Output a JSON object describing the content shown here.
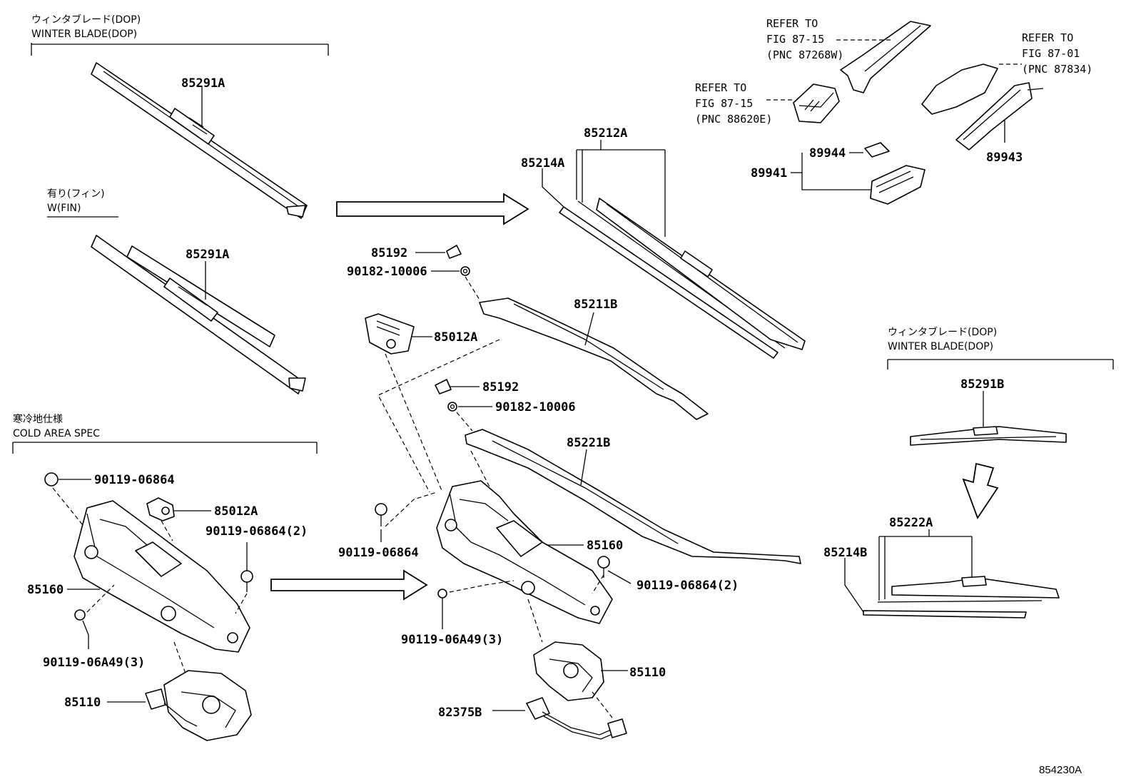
{
  "sections": {
    "winter_blade_top": {
      "jp": "ウィンタブレード(DOP)",
      "en": "WINTER BLADE(DOP)"
    },
    "w_fin": {
      "jp": "有り(フィン)",
      "en": "W(FIN)"
    },
    "cold_area": {
      "jp": "寒冷地仕様",
      "en": "COLD AREA SPEC"
    },
    "winter_blade_right": {
      "jp": "ウィンタブレード(DOP)",
      "en": "WINTER BLADE(DOP)"
    }
  },
  "refers": {
    "r1": {
      "l1": "REFER TO",
      "l2": "FIG 87-15",
      "l3": "(PNC 87268W)"
    },
    "r2": {
      "l1": "REFER TO",
      "l2": "FIG 87-01",
      "l3": "(PNC 87834)"
    },
    "r3": {
      "l1": "REFER TO",
      "l2": "FIG 87-15",
      "l3": "(PNC 88620E)"
    }
  },
  "parts": {
    "p85291A_1": "85291A",
    "p85291A_2": "85291A",
    "p85212A": "85212A",
    "p85214A": "85214A",
    "p89944": "89944",
    "p89941": "89941",
    "p89943": "89943",
    "p85192_1": "85192",
    "p90182_1": "90182-10006",
    "p85211B": "85211B",
    "p85012A_1": "85012A",
    "p85192_2": "85192",
    "p90182_2": "90182-10006",
    "p85221B": "85221B",
    "p90119_06864_a": "90119-06864",
    "p85012A_2": "85012A",
    "p90119_06864_2a": "90119-06864(2)",
    "p85160_a": "85160",
    "p90119_06A49_a": "90119-06A49(3)",
    "p85110_a": "85110",
    "p90119_06864_b": "90119-06864",
    "p85160_b": "85160",
    "p90119_06864_2b": "90119-06864(2)",
    "p90119_06A49_b": "90119-06A49(3)",
    "p85110_b": "85110",
    "p82375B": "82375B",
    "p85291B": "85291B",
    "p85222A": "85222A",
    "p85214B": "85214B"
  },
  "figure_id": "854230A"
}
